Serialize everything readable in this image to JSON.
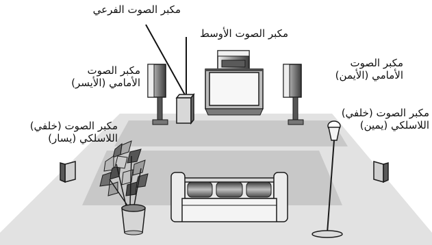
{
  "labels": {
    "subwoofer": [
      "مكبر الصوت الفرعي"
    ],
    "center": [
      "مكبر الصوت الأوسط"
    ],
    "front_left": [
      "مكبر الصوت",
      "الأمامي (الأيسر)"
    ],
    "front_right": [
      "مكبر الصوت",
      "الأمامي (الأيمن)"
    ],
    "rear_left": [
      "مكبر الصوت (خلفي)",
      "اللاسلكي (يسار)"
    ],
    "rear_right": [
      "مكبر الصوت (خلفي)",
      "اللاسلكي (يمين)"
    ]
  },
  "colors": {
    "floor": "#e2e2e2",
    "rug": "#c4c4c4",
    "outline": "#1a1a1a",
    "speaker_dark": "#4a4a4a",
    "speaker_mid": "#8a8a8a",
    "speaker_light": "#d8d8d8"
  }
}
